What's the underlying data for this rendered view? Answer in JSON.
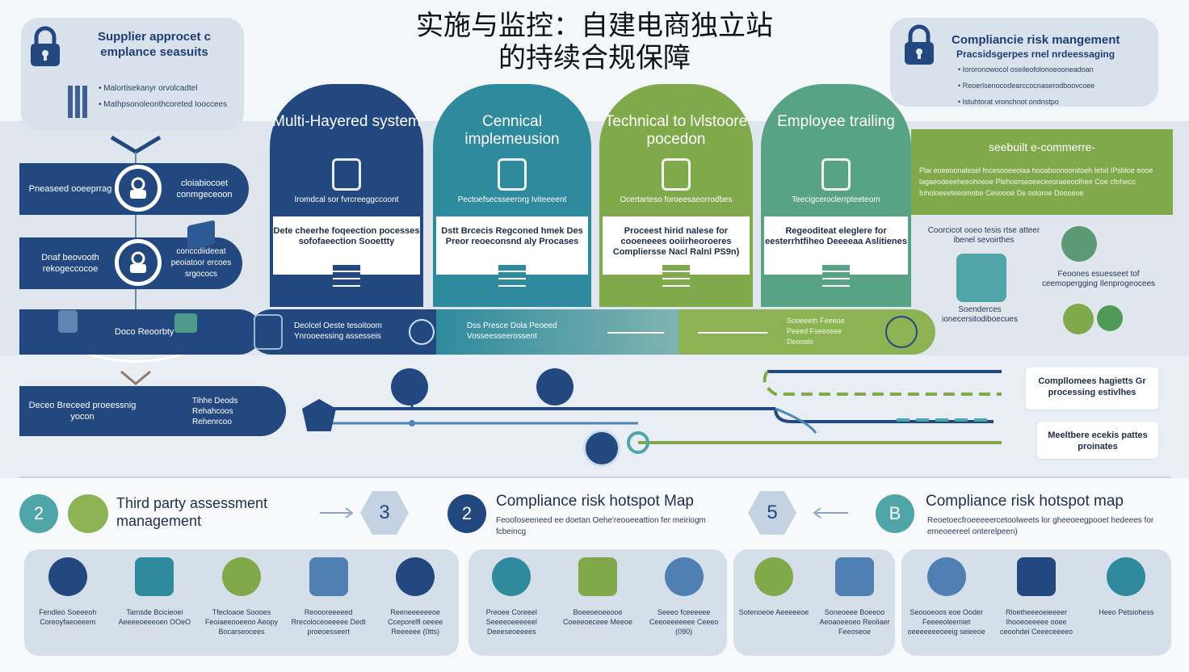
{
  "title_line1": "实施与监控：自建电商独立站",
  "title_line2": "的持续合规保障",
  "supplier_card": {
    "title": "Supplier approcet c emplance seasuits",
    "bullets": [
      "Malortisekanyr orvolcadtel",
      "Mathpsonoleonthcoreted Iooccees"
    ]
  },
  "risk_card": {
    "title": "Compliancie risk mangement",
    "subtitle": "Pracsidsgerpes rnel nrdeessaging",
    "bullets": [
      "Iororonowocol oseileofolonoeooneadoan",
      "Reoerlsenocodearccocnaserodboovcoee",
      "Istuhtorat vronchnot ondnstpo"
    ]
  },
  "left_pills": [
    {
      "label": "Pneaseed ooeeprrag",
      "right": "cloiabiocoet conmgeceoon"
    },
    {
      "label": "Dnaf beovooth rekogeccocoe",
      "right": "conccdiideeat peoiatoor ercoes srgococs"
    },
    {
      "label": "Doco Reoorbty"
    },
    {
      "label": "Deceo Breceed proeessnig yocon",
      "bullets": [
        "Tihhe Deods",
        "Rehahcoos",
        "Rehenrcoo"
      ]
    }
  ],
  "arches": [
    {
      "label": "Multi-Hayered system",
      "sub": "Iromdcal sor fvrcreeggccoont",
      "panel": "Dete cheerhe foqeection pocesses sofofaeection Sooettty",
      "color": "#23487f"
    },
    {
      "label": "Cennical implemeusion",
      "sub": "Pectoefsecsseerorg Iviteeeent",
      "panel": "Dstt Brcecis Regconed hmek Des Preor reoeconsnd aly Procases",
      "color": "#2f8a9e"
    },
    {
      "label": "Technical to lvlstoore pocedon",
      "sub": "Ocertarteso foroeesaeorrodbes",
      "panel": "Proceest hirid nalese for cooeneees ooiirheoroeres Compliersse Nacl Ralnl PS9n)",
      "color": "#7fa94a"
    },
    {
      "label": "Employee trailing",
      "sub": "Teecigceroclerrpteeteom",
      "panel": "Regeoditeat eleglere for eesterrhtfiheo Deeeeaa Aslitienes",
      "color": "#58a386"
    }
  ],
  "green_banner": {
    "title": "seebuilt e-commerre-",
    "text": "Plai eoeeoonalesel fncesooeeolaa hooaboonoonitoeh Iehd IPsbloe eooe lagaeodeeeheeohoeoe Plehoerseoeeceeoraeeoolhee Coe cfoheco foholoeeeteeomobe Cesoooe De ooloroe Doooeoe"
  },
  "right_items": [
    {
      "text": "Coorcicot ooeo tesis rtse atteer ibenel sevoirthes"
    },
    {
      "text": "Feoones esuesseet tof ceemopergging Ilenprogeocees"
    },
    {
      "text": "Soenderces ionecersitodiboecues"
    }
  ],
  "flow": {
    "box1": "Deolcel Oeste tesoitoom Ynrooeessing assesseis",
    "box2": "Dss Presce Dola Peoeed Vosseesseerossent",
    "box3": "Sooeeeth Feeeoe Peeed Fseeosee Deooslo"
  },
  "note_boxes": [
    "Compllomees hagietts Gr processing estivlhes",
    "Meeltbere ecekis pattes proinates"
  ],
  "section_a": {
    "num": "2",
    "title": "Third party assessment management"
  },
  "section_b": {
    "hex": "3",
    "num": "2",
    "title": "Compliance risk hotspot Map",
    "desc": "Feoofoseeneed ee doetan Oehe'reooeeattion fer meiriogm fcbeincg"
  },
  "section_c": {
    "hex": "5",
    "num": "B",
    "title": "Compliance risk hotspot map",
    "desc": "Reoetoecfroeeeeercetoolweets lor gheeoeegpooet hedeees for emeoeereel onterelpeen)"
  },
  "tiles": [
    {
      "items": [
        "Fendleo Soeeeoh Coreoyfaeoeeem",
        "Tamsde Bcicieoei Aeeeeoeeeoen OOeO",
        "Tfecloaoe Soooes Feoiaeeooeeoo Aeopy Bocarseocees",
        "Reoooreeeeed Rrecoloceoeeeee Dedt proeoesseert",
        "Reeneeeeeeoe Cceporelfl oeeee Reeeeee (0tts)"
      ]
    },
    {
      "items": [
        "Preoee Coreeel Seeeeoeeeeeel Deeeseoeeees",
        "Boeeoeoeeooe Coeeeoeceee Meeoe",
        "Seeeo fceeeeee Ceeoeeeeeee Ceeeo (090)"
      ]
    },
    {
      "items": [
        "Sotenoeoe Aeeeeeoe",
        "Soneoeee Boeeoo Aeoaoeeoeo Reoliaer Feeoseoe"
      ]
    },
    {
      "items": [
        "Seoooeoos eoe Ooder Feeeeoleemiet oeeeeeeeoeeig seieeoe",
        "Rloetheeeoeieeeer Ihooeoeeeee ooee ceoohdei Ceeeceeeeo",
        "Heeo Petsiohess"
      ]
    }
  ],
  "colors": {
    "navy": "#23487f",
    "teal": "#2f8a9e",
    "green": "#7fa94a",
    "mint": "#58a386"
  }
}
